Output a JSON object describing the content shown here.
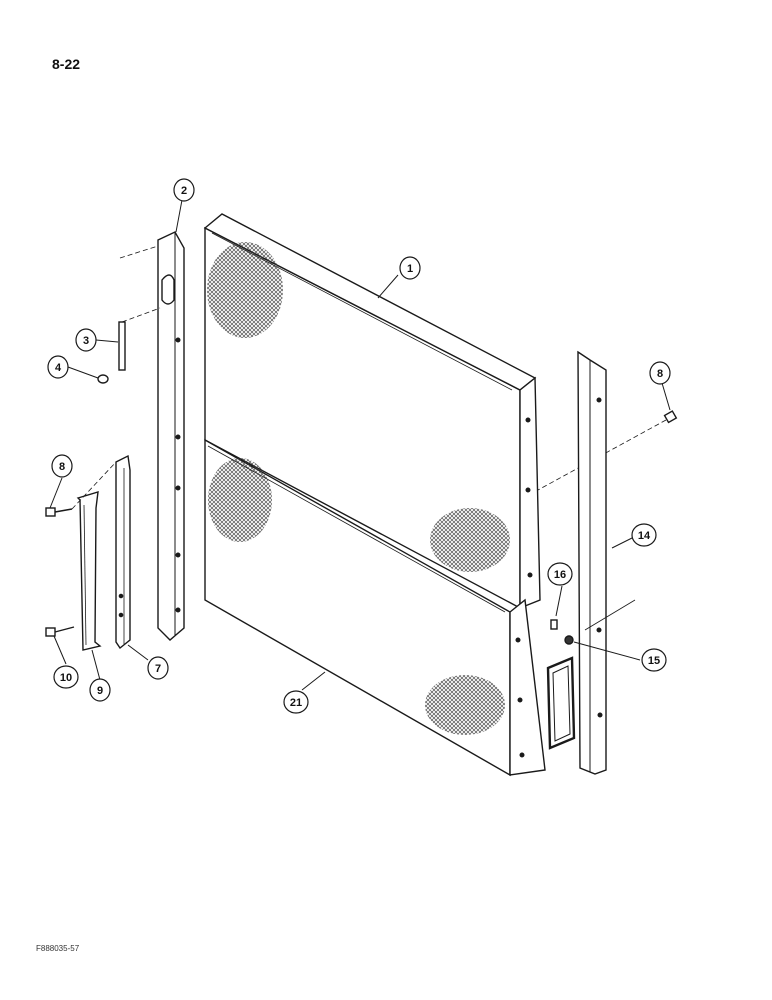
{
  "page": {
    "number": "8-22",
    "figure_code": "F888035-57"
  },
  "callouts": [
    {
      "id": "c2",
      "label": "2"
    },
    {
      "id": "c1",
      "label": "1"
    },
    {
      "id": "c3",
      "label": "3"
    },
    {
      "id": "c4",
      "label": "4"
    },
    {
      "id": "c8a",
      "label": "8"
    },
    {
      "id": "c8b",
      "label": "8"
    },
    {
      "id": "c10",
      "label": "10"
    },
    {
      "id": "c9",
      "label": "9"
    },
    {
      "id": "c7",
      "label": "7"
    },
    {
      "id": "c14",
      "label": "14"
    },
    {
      "id": "c16",
      "label": "16"
    },
    {
      "id": "c15",
      "label": "15"
    },
    {
      "id": "c21",
      "label": "21"
    }
  ],
  "colors": {
    "ink": "#1a1a1a",
    "mesh": "#555555"
  }
}
